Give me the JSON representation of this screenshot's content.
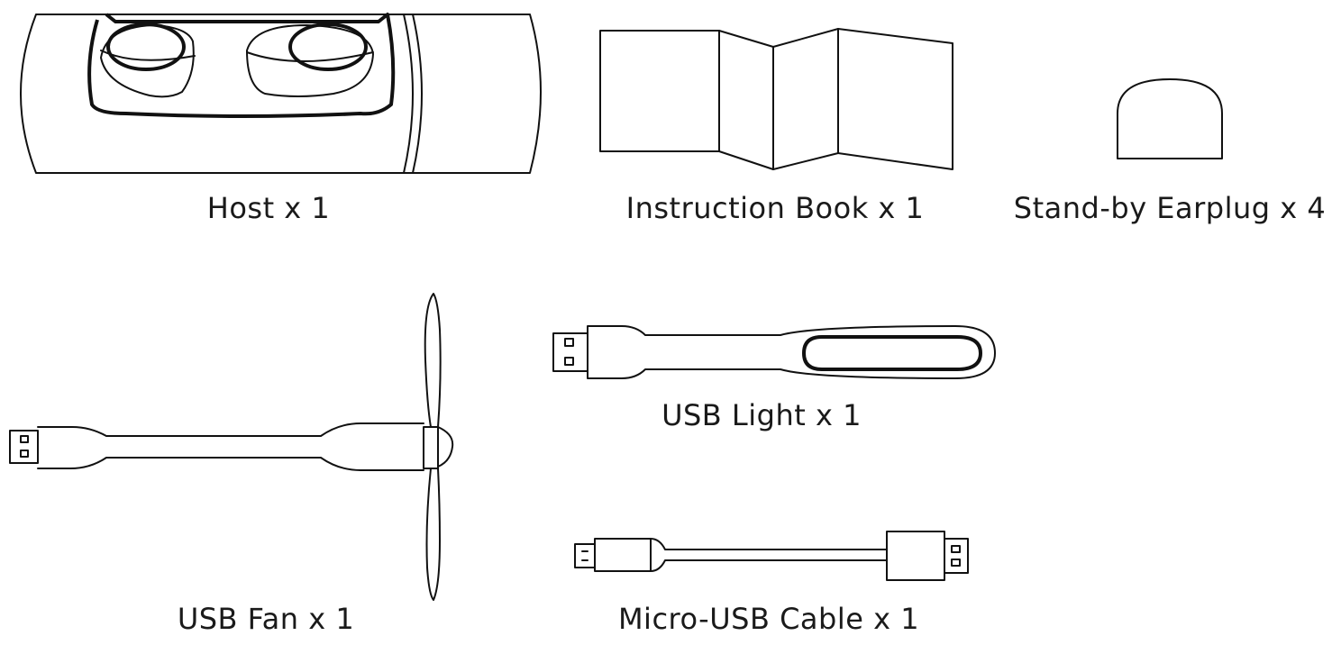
{
  "items": {
    "host": "Host x 1",
    "instruction_book": "Instruction Book x 1",
    "earplug": "Stand-by Earplug x 4",
    "usb_fan": "USB Fan x 1",
    "usb_light": "USB Light x 1",
    "micro_usb_cable": "Micro-USB Cable x 1"
  }
}
